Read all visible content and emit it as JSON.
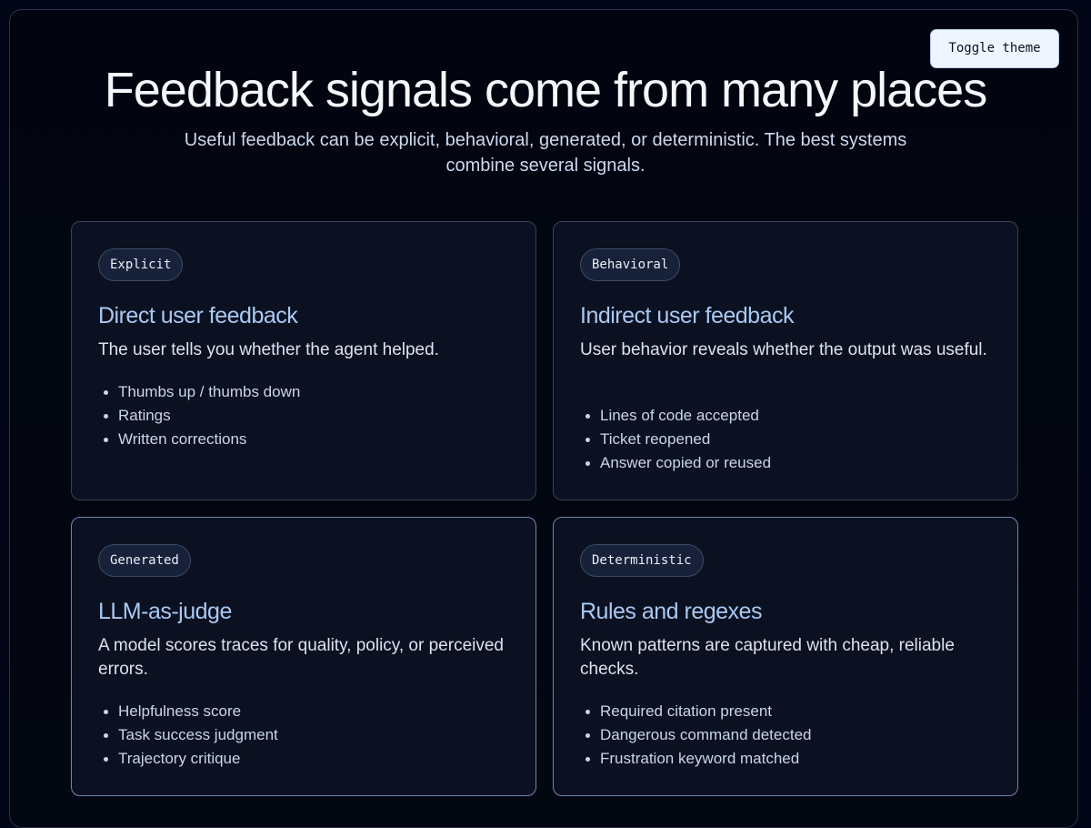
{
  "toolbar": {
    "toggle_theme_label": "Toggle theme"
  },
  "header": {
    "title": "Feedback signals come from many places",
    "subtitle": "Useful feedback can be explicit, behavioral, generated, or deterministic. The best systems combine several signals."
  },
  "cards": [
    {
      "tag": "Explicit",
      "title": "Direct user feedback",
      "description": "The user tells you whether the agent helped.",
      "items": [
        "Thumbs up / thumbs down",
        "Ratings",
        "Written corrections"
      ]
    },
    {
      "tag": "Behavioral",
      "title": "Indirect user feedback",
      "description": "User behavior reveals whether the output was useful.",
      "items": [
        "Lines of code accepted",
        "Ticket reopened",
        "Answer copied or reused"
      ]
    },
    {
      "tag": "Generated",
      "title": "LLM-as-judge",
      "description": "A model scores traces for quality, policy, or perceived errors.",
      "items": [
        "Helpfulness score",
        "Task success judgment",
        "Trajectory critique"
      ]
    },
    {
      "tag": "Deterministic",
      "title": "Rules and regexes",
      "description": "Known patterns are captured with cheap, reliable checks.",
      "items": [
        "Required citation present",
        "Dangerous command detected",
        "Frustration keyword matched"
      ]
    }
  ],
  "colors": {
    "background": "#020617",
    "card_background": "#0b1120",
    "accent_title": "#a9c9f3",
    "toggle_button": "#eef5ff"
  }
}
